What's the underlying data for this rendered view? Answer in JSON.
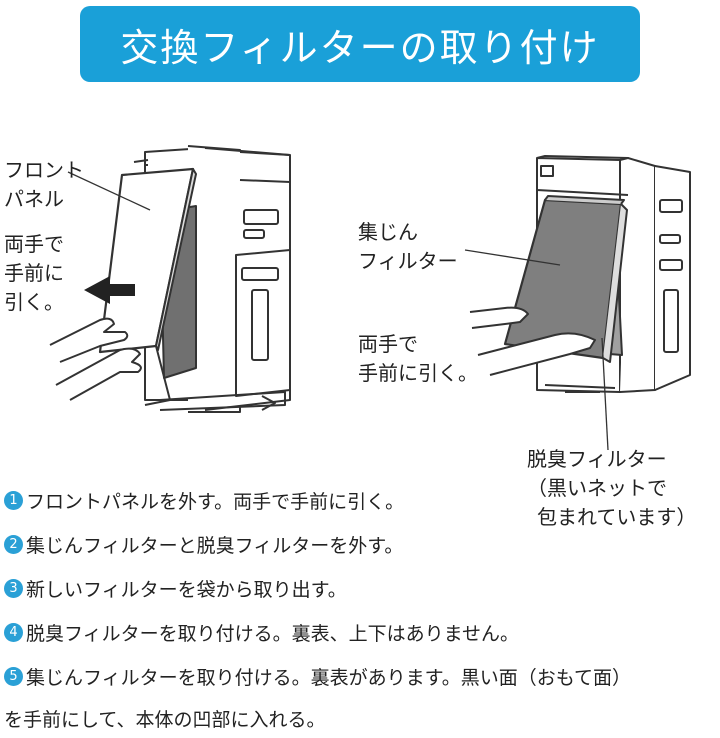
{
  "header": {
    "title": "交換フィルターの取り付け"
  },
  "left_figure": {
    "label_panel": [
      "フロント",
      "パネル"
    ],
    "label_pull": [
      "両手で",
      "手前に",
      "引く。"
    ]
  },
  "right_figure": {
    "label_dust": [
      "集じん",
      "フィルター"
    ],
    "label_pull": [
      "両手で",
      "手前に引く。"
    ],
    "label_deodorizer": [
      "脱臭フィルター",
      "（黒いネットで",
      "包まれています）"
    ]
  },
  "steps": [
    {
      "num": "1",
      "text": "フロントパネルを外す。両手で手前に引く。"
    },
    {
      "num": "2",
      "text": "集じんフィルターと脱臭フィルターを外す。"
    },
    {
      "num": "3",
      "text": "新しいフィルターを袋から取り出す。"
    },
    {
      "num": "4",
      "text": "脱臭フィルターを取り付ける。裏表、上下はありません。"
    },
    {
      "num": "5",
      "text": "集じんフィルターを取り付ける。裏表があります。黒い面（おもて面）"
    }
  ],
  "step5_continuation": "を手前にして、本体の凹部に入れる。",
  "colors": {
    "banner": "#1aa0d8",
    "badge": "#2aa0d6",
    "filter_gray": "#808080"
  }
}
